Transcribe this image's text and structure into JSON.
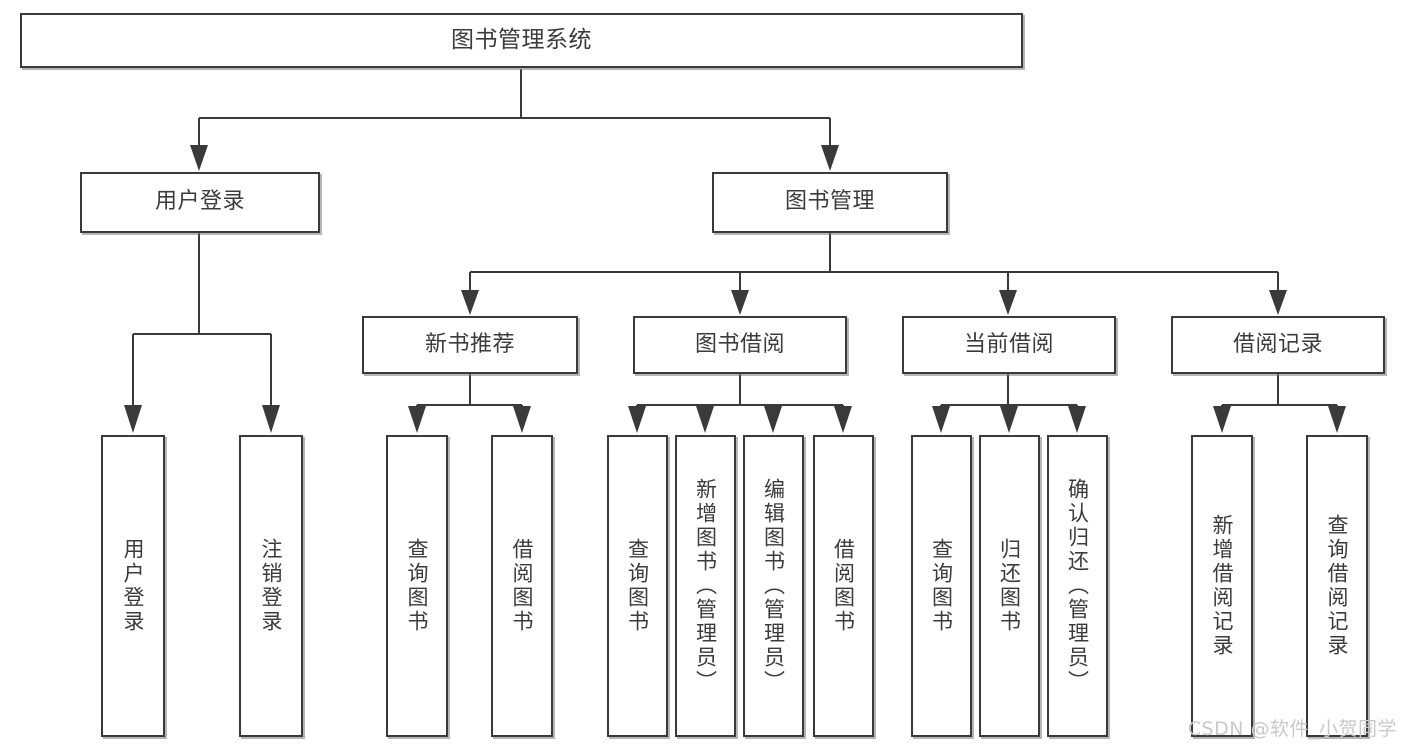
{
  "diagram": {
    "type": "tree",
    "title": "图书管理系统",
    "orientation": "top-down",
    "colors": {
      "background": "#ffffff",
      "box_border": "#3a3a3a",
      "box_fill": "#ffffff",
      "text": "#3b3b3b",
      "connector": "#3a3a3a",
      "watermark": "#c9c9c9"
    }
  },
  "nodes": {
    "root": {
      "label": "图书管理系统"
    },
    "level2": [
      {
        "id": "user-login",
        "label": "用户登录"
      },
      {
        "id": "book-management",
        "label": "图书管理"
      }
    ],
    "level3": [
      {
        "id": "new-book-recommend",
        "label": "新书推荐"
      },
      {
        "id": "book-borrow",
        "label": "图书借阅"
      },
      {
        "id": "current-borrow",
        "label": "当前借阅"
      },
      {
        "id": "borrow-record",
        "label": "借阅记录"
      }
    ],
    "leaves": {
      "user_login": [
        {
          "id": "leaf-user-login",
          "label": "用户登录"
        },
        {
          "id": "leaf-logout-login",
          "label": "注销登录"
        }
      ],
      "new_book_recommend": [
        {
          "id": "leaf-query-book-1",
          "label": "查询图书"
        },
        {
          "id": "leaf-borrow-book-1",
          "label": "借阅图书"
        }
      ],
      "book_borrow": [
        {
          "id": "leaf-query-book-2",
          "label": "查询图书"
        },
        {
          "id": "leaf-add-book-admin",
          "label": "新增图书（管理员）"
        },
        {
          "id": "leaf-edit-book-admin",
          "label": "编辑图书（管理员）"
        },
        {
          "id": "leaf-borrow-book-2",
          "label": "借阅图书"
        }
      ],
      "current_borrow": [
        {
          "id": "leaf-query-book-3",
          "label": "查询图书"
        },
        {
          "id": "leaf-return-book",
          "label": "归还图书"
        },
        {
          "id": "leaf-confirm-return-admin",
          "label": "确认归还（管理员）"
        }
      ],
      "borrow_record": [
        {
          "id": "leaf-add-borrow-record",
          "label": "新增借阅记录"
        },
        {
          "id": "leaf-query-borrow-record",
          "label": "查询借阅记录"
        }
      ]
    }
  },
  "watermark": {
    "text": "CSDN @软件_小贺同学"
  }
}
